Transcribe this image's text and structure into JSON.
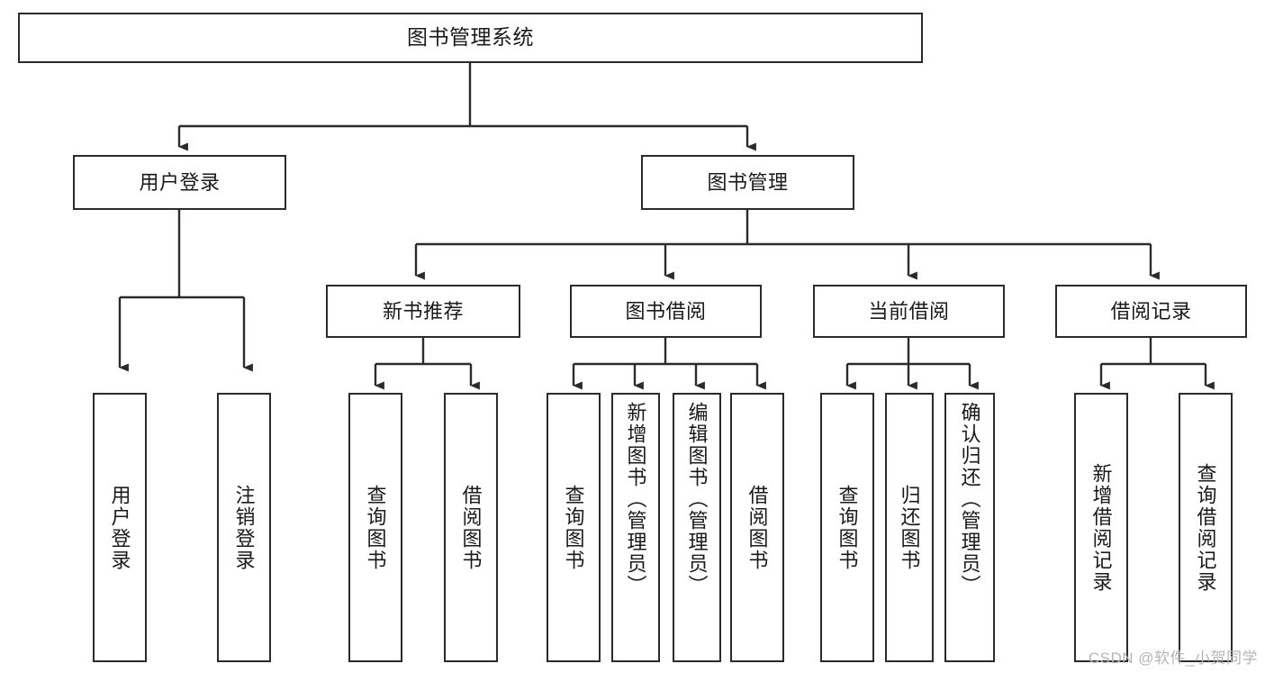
{
  "diagram": {
    "title": "图书管理系统",
    "type": "tree",
    "watermark": "CSDN @软件_小贺同学",
    "colors": {
      "background": "#ffffff",
      "stroke": "#2b2b2b",
      "text": "#1a1a1a",
      "watermark": "#b6b6b6"
    },
    "nodes": {
      "root": {
        "label": "图书管理系统"
      },
      "level1": [
        {
          "label": "用户登录"
        },
        {
          "label": "图书管理"
        }
      ],
      "level2": [
        {
          "label": "新书推荐"
        },
        {
          "label": "图书借阅"
        },
        {
          "label": "当前借阅"
        },
        {
          "label": "借阅记录"
        }
      ],
      "leaves": {
        "user_login": [
          {
            "label": "用户登录"
          },
          {
            "label": "注销登录"
          }
        ],
        "new_book_recommend": [
          {
            "label": "查询图书"
          },
          {
            "label": "借阅图书"
          }
        ],
        "book_borrow": [
          {
            "label": "查询图书"
          },
          {
            "label": "新增图书（管理员）"
          },
          {
            "label": "编辑图书（管理员）"
          },
          {
            "label": "借阅图书"
          }
        ],
        "current_borrow": [
          {
            "label": "查询图书"
          },
          {
            "label": "归还图书"
          },
          {
            "label": "确认归还（管理员）"
          }
        ],
        "borrow_records": [
          {
            "label": "新增借阅记录"
          },
          {
            "label": "查询借阅记录"
          }
        ]
      }
    }
  }
}
